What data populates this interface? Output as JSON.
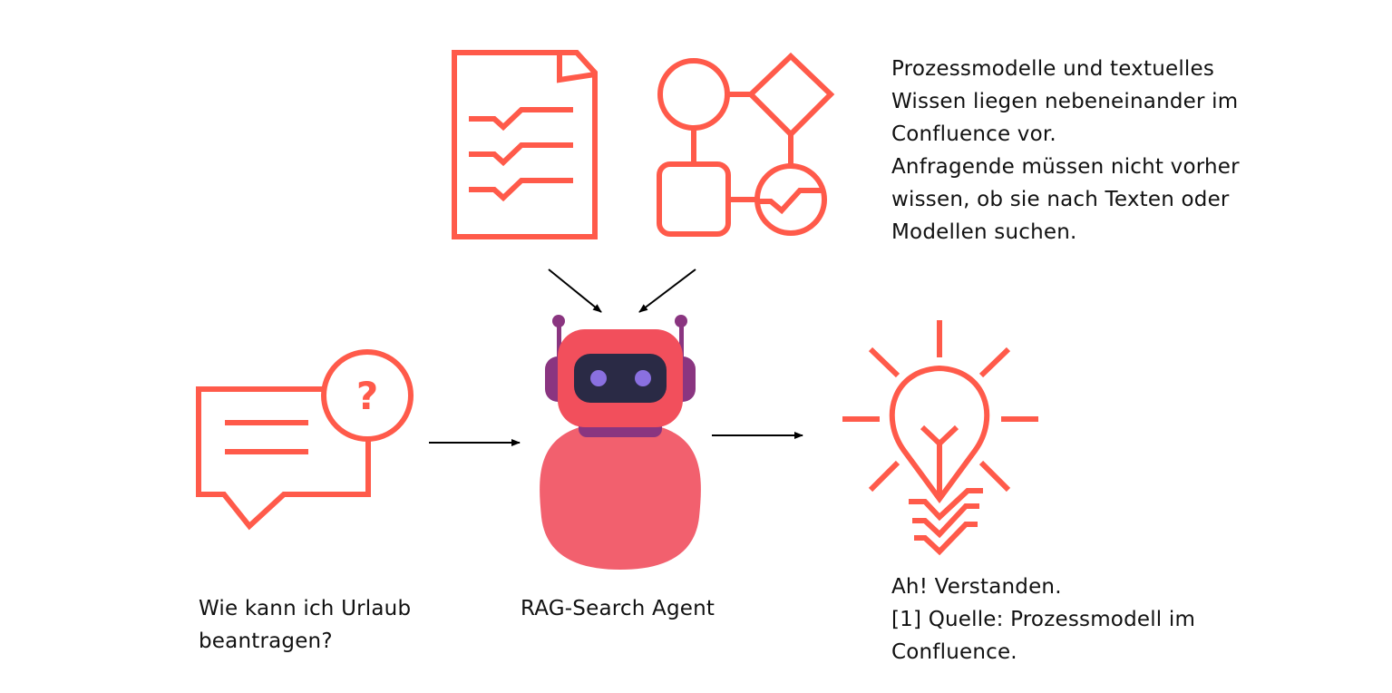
{
  "colors": {
    "accent": "#FF5A4A",
    "robot_body": "#F2606E",
    "robot_head": "#F24F5C",
    "robot_purple": "#8A3580",
    "robot_visor": "#2A2A45",
    "robot_eyes": "#8A70E0"
  },
  "icons": [
    "document-checklist-icon",
    "process-model-icon",
    "question-bubble-icon",
    "robot-icon",
    "lightbulb-icon"
  ],
  "info_text": {
    "lines": [
      "Prozessmodelle und textuelles",
      "Wissen liegen nebeneinander im",
      "Confluence vor.",
      "Anfragende müssen nicht vorher",
      "wissen, ob sie nach Texten oder",
      "Modellen suchen."
    ]
  },
  "question": {
    "lines": [
      "Wie kann ich Urlaub",
      "beantragen?"
    ]
  },
  "agent": {
    "label": "RAG-Search Agent"
  },
  "answer": {
    "lines": [
      "Ah! Verstanden.",
      "[1] Quelle: Prozessmodell im",
      "Confluence."
    ]
  }
}
